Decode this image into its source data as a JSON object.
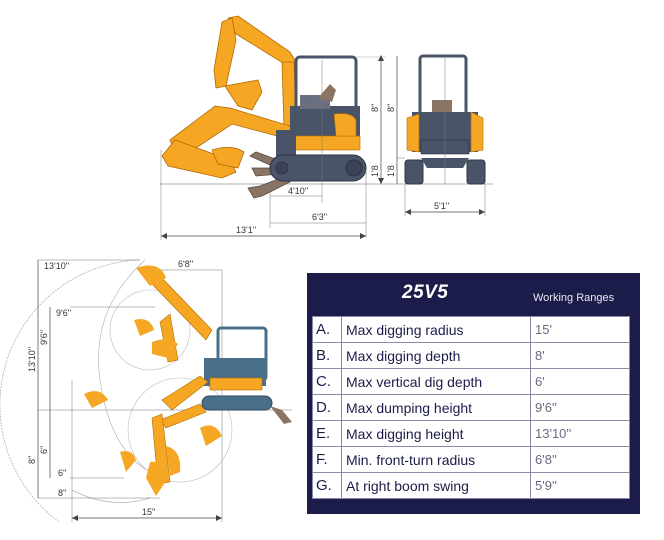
{
  "side_view": {
    "height_cab": "8''",
    "height_track": "1'8",
    "blade_to_center": "4'10''",
    "track_length": "6'3''",
    "overall_length": "13'1''"
  },
  "rear_view": {
    "height_cab": "8''",
    "height_track": "1'8",
    "width": "5'1''"
  },
  "range_diagram": {
    "max_digging_height": "13'10''",
    "max_dumping_height": "9'6''",
    "front_turn_radius": "6'8''",
    "vertical_height_label": "13'10''",
    "dump_height_vertical": "9'6''",
    "vertical_dig_depth": "6''",
    "max_dig_depth_vertical": "8''",
    "vertical_dig_depth_horizontal": "6''",
    "max_dig_depth_horizontal": "8''",
    "max_digging_radius": "15''"
  },
  "spec_table": {
    "title": "25V5",
    "subtitle": "Working Ranges",
    "rows": [
      {
        "letter": "A.",
        "label": "Max digging radius",
        "value": "15'"
      },
      {
        "letter": "B.",
        "label": "Max digging depth",
        "value": "8'"
      },
      {
        "letter": "C.",
        "label": "Max vertical dig depth",
        "value": "6'"
      },
      {
        "letter": "D.",
        "label": "Max dumping height",
        "value": "9'6''"
      },
      {
        "letter": "E.",
        "label": "Max digging height",
        "value": "13'10''"
      },
      {
        "letter": "F.",
        "label": "Min. front-turn radius",
        "value": "6'8''"
      },
      {
        "letter": "G.",
        "label": "At right boom swing",
        "value": "5'9''"
      }
    ]
  },
  "colors": {
    "machine_orange": "#f5a623",
    "machine_body": "#4a5468",
    "panel_navy": "#1c1c4a",
    "table_border": "#8a8aa8"
  }
}
